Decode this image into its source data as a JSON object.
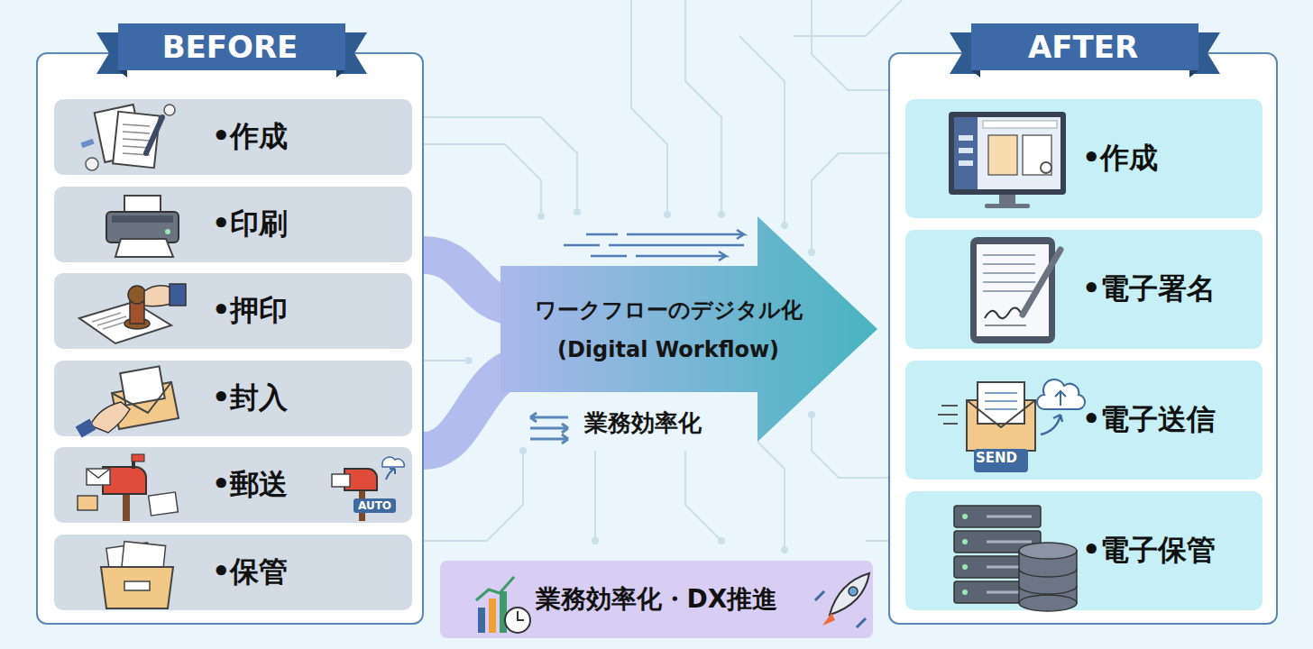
{
  "diagram": {
    "nodes": [
      {
        "text": [
          "BEFORE"
        ]
      },
      {
        "text": [
          "•作成"
        ],
        "in": 0
      },
      {
        "text": [
          "•印刷"
        ],
        "in": 0
      },
      {
        "text": [
          "•押印"
        ],
        "in": 0
      },
      {
        "text": [
          "•封入"
        ],
        "in": 0
      },
      {
        "text": [
          "•郵送"
        ],
        "in": 0
      },
      {
        "text": [
          "•保管"
        ],
        "in": 0
      },
      {
        "text": [
          "ワークフローのデジタル化 (Digital Workflow)"
        ]
      },
      {
        "text": [
          "AFTER"
        ]
      },
      {
        "text": [
          "•作成"
        ],
        "in": 8
      },
      {
        "text": [
          "•電子署名"
        ],
        "in": 8
      },
      {
        "text": [
          "•電子送信"
        ],
        "in": 8
      },
      {
        "text": [
          "•電子保管"
        ],
        "in": 8
      },
      {
        "text": [
          "業務効率化・DX推進"
        ]
      }
    ],
    "edges": [
      {
        "from": 0,
        "to": 7,
        "arrow": "none"
      }
    ],
    "labels": [
      "AUTO",
      "業務効率化",
      "SEND"
    ]
  }
}
